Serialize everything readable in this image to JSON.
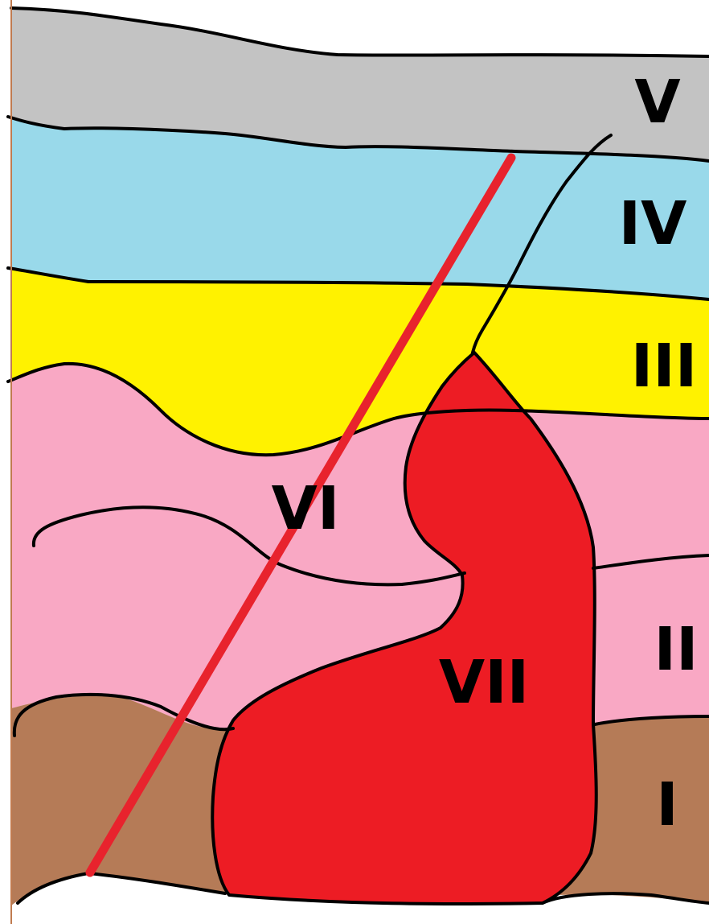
{
  "diagram": {
    "labels": {
      "layer_1": "I",
      "layer_2": "II",
      "layer_3": "III",
      "layer_4": "IV",
      "layer_5": "V",
      "layer_6": "VI",
      "layer_7": "VII"
    },
    "colors": {
      "layer_1": "#b57b57",
      "layer_2": "#f9a8c4",
      "layer_3": "#fff200",
      "layer_4": "#99d9ea",
      "layer_5": "#c3c3c3",
      "layer_7": "#ed1c24",
      "red_line": "#e8232d",
      "outline": "#000000",
      "frame": "#c07b50"
    }
  }
}
